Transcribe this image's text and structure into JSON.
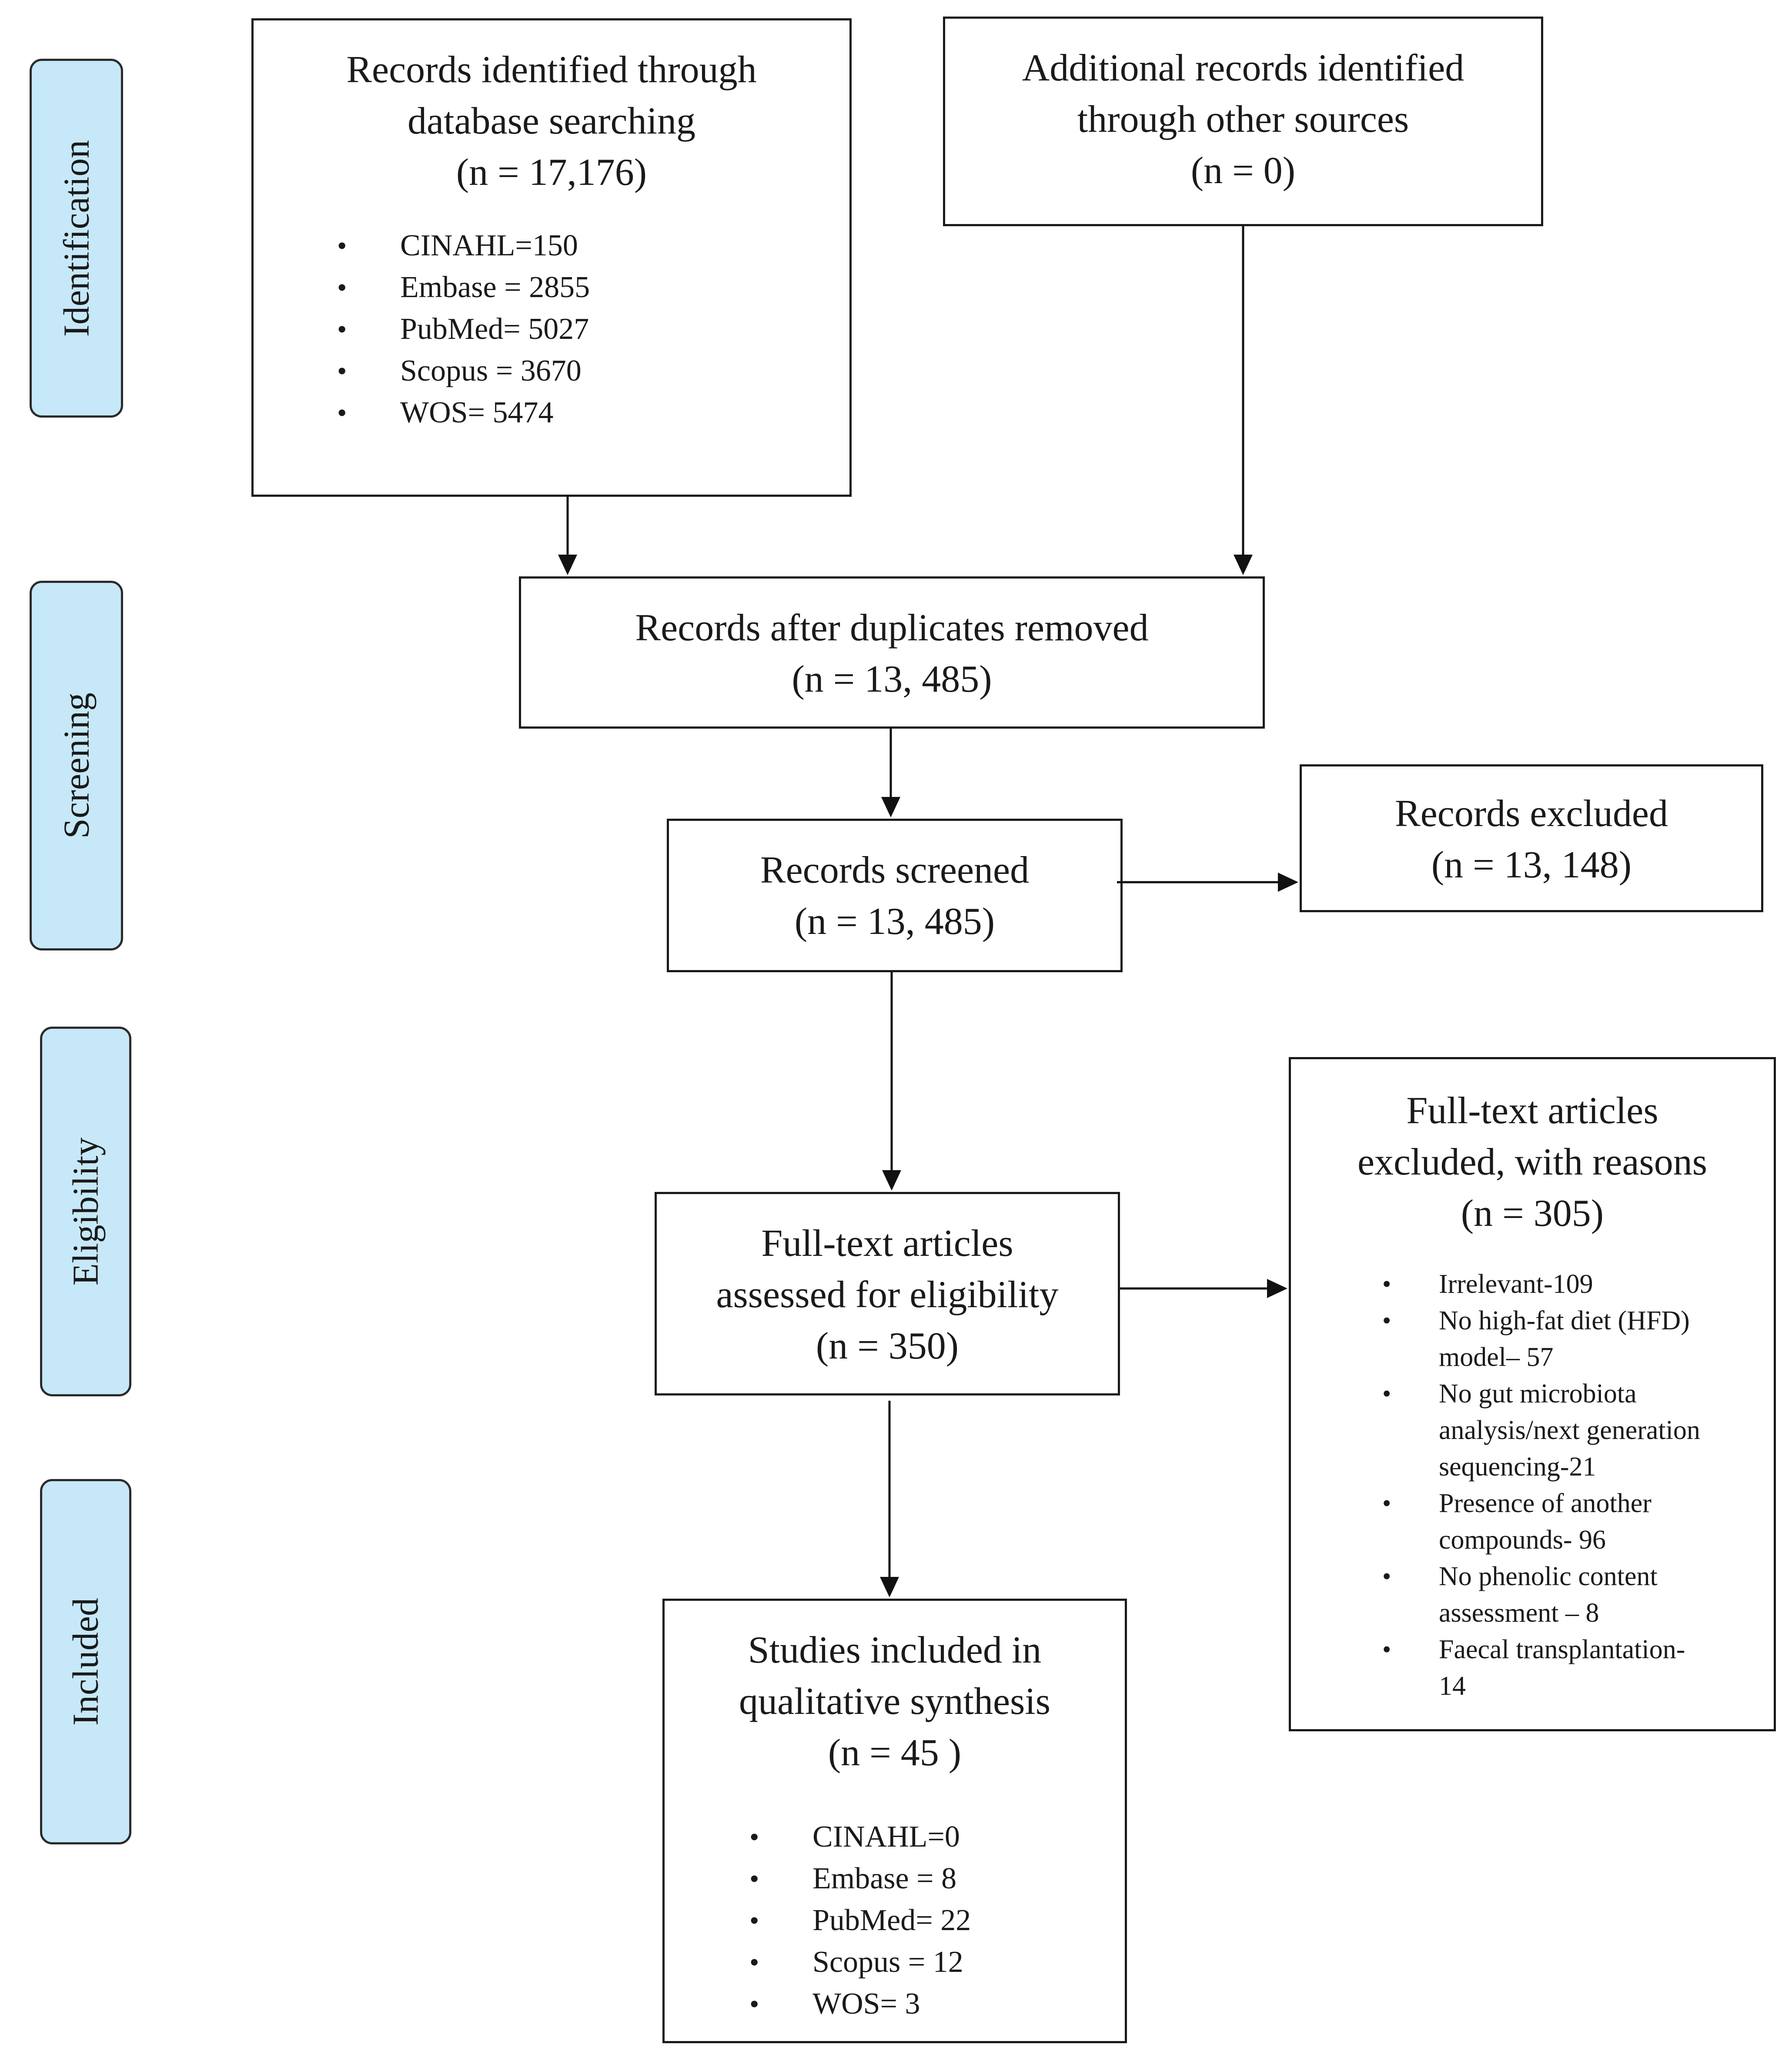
{
  "phases": {
    "identification": "Identification",
    "screening": "Screening",
    "eligibility": "Eligibility",
    "included": "Included"
  },
  "boxes": {
    "database": {
      "line1": "Records identified through",
      "line2": "database searching",
      "line3": "(n = 17,176)",
      "items": [
        "CINAHL=150",
        "Embase = 2855",
        "PubMed= 5027",
        "Scopus = 3670",
        "WOS= 5474"
      ]
    },
    "other_sources": {
      "line1": "Additional records identified",
      "line2": "through other sources",
      "line3": "(n = 0)"
    },
    "duplicates_removed": {
      "line1": "Records after duplicates removed",
      "line2": "(n = 13, 485)"
    },
    "screened": {
      "line1": "Records screened",
      "line2": "(n = 13, 485)"
    },
    "excluded": {
      "line1": "Records excluded",
      "line2": "(n = 13, 148)"
    },
    "full_text_assessed": {
      "line1": "Full-text articles",
      "line2": "assessed for eligibility",
      "line3": "(n = 350)"
    },
    "full_text_excluded": {
      "line1": "Full-text articles",
      "line2": "excluded, with reasons",
      "line3": "(n = 305)",
      "items": [
        {
          "a": "Irrelevant-109",
          "b": ""
        },
        {
          "a": "No high-fat diet (HFD)",
          "b": "model– 57"
        },
        {
          "a": "No gut microbiota",
          "b": "analysis/next generation",
          "c": "sequencing-21"
        },
        {
          "a": "Presence of another",
          "b": "compounds- 96"
        },
        {
          "a": "No phenolic content",
          "b": "assessment – 8"
        },
        {
          "a": "Faecal transplantation-",
          "b": "14"
        }
      ]
    },
    "included_studies": {
      "line1": "Studies included in",
      "line2": "qualitative synthesis",
      "line3": "(n =  45 )",
      "items": [
        "CINAHL=0",
        "Embase = 8",
        "PubMed= 22",
        "Scopus = 12",
        "WOS= 3"
      ]
    }
  }
}
